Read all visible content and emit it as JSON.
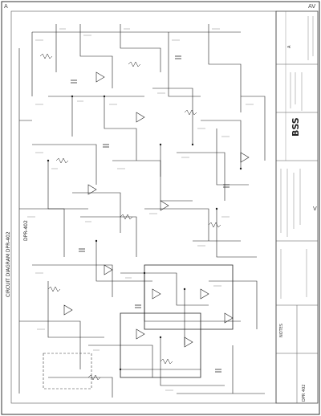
{
  "title_block": {
    "company": "BSS",
    "notes_heading": "NOTES",
    "handwritten_label": "DPR-402",
    "sheet_ref": "DPR 402",
    "revision": "A",
    "handwritten_margin": "CIRCUIT DIAGRAM DPR-402"
  },
  "edge_marks": {
    "top_left": "A",
    "top_right": "AV",
    "right_mid": "V"
  },
  "colors": {
    "ink": "#1f1f1f",
    "faint_ink": "#555555",
    "paper": "#ffffff"
  },
  "sheet_state": "scanned line-art schematic; component designators too small to read at this resolution"
}
